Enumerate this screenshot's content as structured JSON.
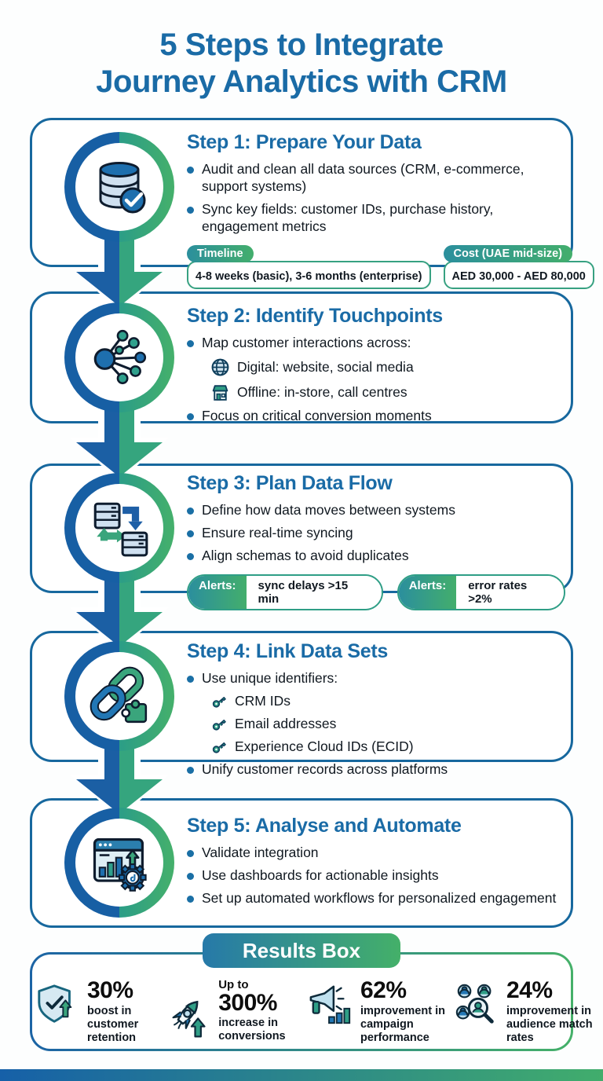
{
  "colors": {
    "title_blue": "#1a6ba6",
    "box_border_blue": "#17689e",
    "arrow_blue": "#175fa4",
    "arrow_green": "#35a57e",
    "badge_gradient_start": "#2b8f9d",
    "badge_gradient_end": "#43ae6c",
    "text_dark": "#101820"
  },
  "title": {
    "line1": "5 Steps to Integrate",
    "line2": "Journey Analytics with CRM"
  },
  "steps": [
    {
      "title": "Step 1: Prepare Your Data",
      "icon": "database-check-icon",
      "bullets": [
        "Audit and clean all data sources (CRM, e-commerce, support systems)",
        "Sync key fields: customer IDs, purchase history, engagement metrics"
      ],
      "badges": [
        {
          "label": "Timeline",
          "value": "4-8 weeks (basic), 3-6 months (enterprise)"
        },
        {
          "label": "Cost (UAE mid-size)",
          "value": "AED 30,000 - AED 80,000"
        }
      ]
    },
    {
      "title": "Step 2: Identify Touchpoints",
      "icon": "network-icon",
      "bullets": [
        "Map customer interactions across:",
        "Focus on critical conversion moments"
      ],
      "subitems": [
        {
          "icon": "globe-icon",
          "text": "Digital: website, social media"
        },
        {
          "icon": "storefront-icon",
          "text": "Offline: in-store, call centres"
        }
      ]
    },
    {
      "title": "Step 3: Plan Data Flow",
      "icon": "data-sync-icon",
      "bullets": [
        "Define how data moves between systems",
        "Ensure real-time syncing",
        "Align schemas to avoid duplicates"
      ],
      "alerts": [
        {
          "label": "Alerts:",
          "value": "sync delays >15 min"
        },
        {
          "label": "Alerts:",
          "value": "error rates >2%"
        }
      ]
    },
    {
      "title": "Step 4: Link Data Sets",
      "icon": "chain-puzzle-icon",
      "bullets": [
        "Use unique identifiers:",
        "Unify customer records across platforms"
      ],
      "subitems": [
        {
          "icon": "key-icon",
          "text": "CRM IDs"
        },
        {
          "icon": "key-icon",
          "text": "Email addresses"
        },
        {
          "icon": "key-icon",
          "text": "Experience Cloud IDs (ECID)"
        }
      ]
    },
    {
      "title": "Step 5: Analyse and Automate",
      "icon": "dashboard-gear-icon",
      "bullets": [
        "Validate integration",
        "Use dashboards for actionable insights",
        "Set up automated workflows for personalized engagement"
      ]
    }
  ],
  "results": {
    "header": "Results Box",
    "stats": [
      {
        "icon": "shield-check-icon",
        "prefix": "",
        "value": "30%",
        "label": "boost in customer retention"
      },
      {
        "icon": "rocket-icon",
        "prefix": "Up to",
        "value": "300%",
        "label": "increase in conversions"
      },
      {
        "icon": "megaphone-icon",
        "prefix": "",
        "value": "62%",
        "label": "improvement in campaign performance"
      },
      {
        "icon": "people-search-icon",
        "prefix": "",
        "value": "24%",
        "label": "improvement in audience match rates"
      }
    ]
  }
}
